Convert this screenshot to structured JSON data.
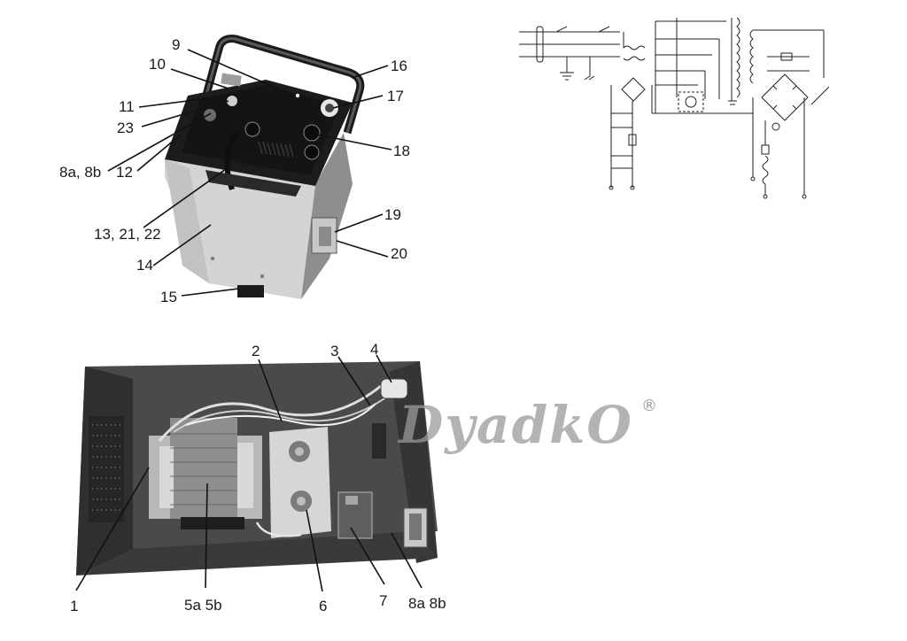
{
  "watermark": {
    "text": "DyadkO",
    "mark": "®"
  },
  "top_photo_labels": [
    "9",
    "10",
    "16",
    "11",
    "17",
    "23",
    "8a, 8b",
    "12",
    "18",
    "19",
    "13, 21, 22",
    "20",
    "14",
    "15"
  ],
  "bottom_photo_labels": [
    "2",
    "3",
    "4",
    "1",
    "5a 5b",
    "6",
    "7",
    "8a 8b"
  ],
  "colors": {
    "case_light": "#d9d9d9",
    "case_mid": "#a8a8a8",
    "panel_dark": "#151515",
    "interior": "#3c3c3c"
  }
}
